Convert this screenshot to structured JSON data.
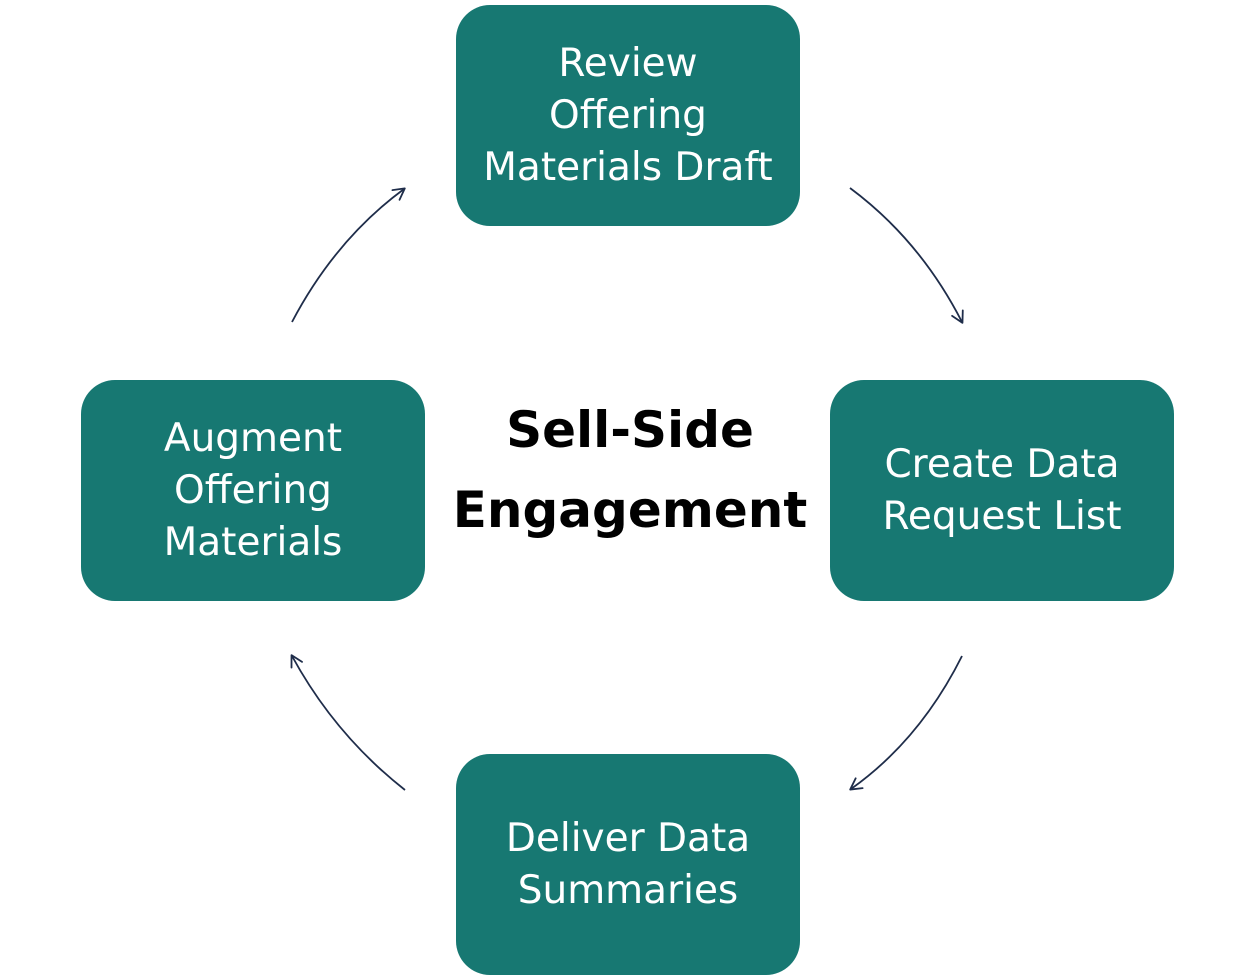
{
  "diagram": {
    "center_title": "Sell-Side\nEngagement",
    "nodes": [
      {
        "id": "top",
        "label": "Review\nOffering\nMaterials Draft"
      },
      {
        "id": "right",
        "label": "Create Data\nRequest List"
      },
      {
        "id": "bottom",
        "label": "Deliver Data\nSummaries"
      },
      {
        "id": "left",
        "label": "Augment\nOffering\nMaterials"
      }
    ],
    "flow": [
      {
        "from": "top",
        "to": "right"
      },
      {
        "from": "right",
        "to": "bottom"
      },
      {
        "from": "bottom",
        "to": "left"
      },
      {
        "from": "left",
        "to": "top"
      }
    ],
    "colors": {
      "node_fill": "#177872",
      "node_text": "#ffffff",
      "arrow": "#1f2d4a",
      "title_text": "#000000"
    }
  }
}
